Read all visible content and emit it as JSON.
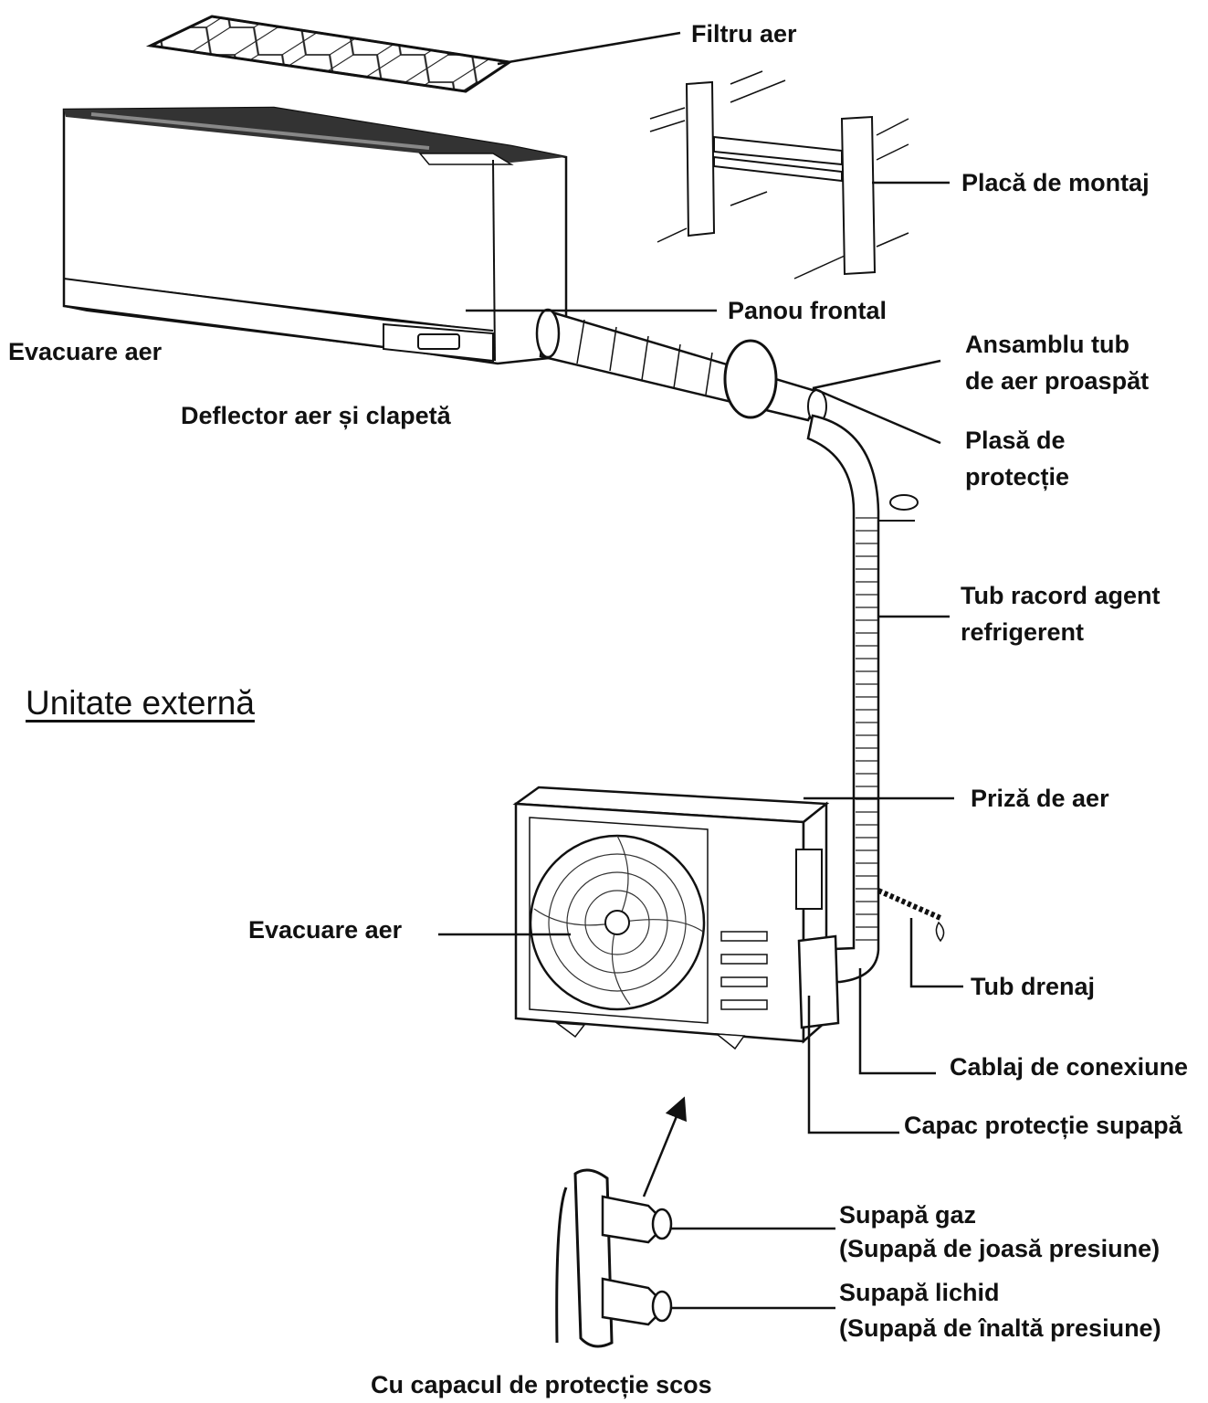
{
  "labels": {
    "filtru_aer": "Filtru aer",
    "placa_montaj": "Placă de montaj",
    "panou_frontal": "Panou frontal",
    "evacuare_aer_interior": "Evacuare aer",
    "deflector": "Deflector aer și clapetă",
    "ansamblu_tub_l1": "Ansamblu tub",
    "ansamblu_tub_l2": "de aer proaspăt",
    "plasa_l1": "Plasă de",
    "plasa_l2": "protecție",
    "tub_racord_l1": "Tub racord agent",
    "tub_racord_l2": "refrigerent",
    "unitate_externa": "Unitate externă",
    "priza_aer": "Priză de aer",
    "evacuare_aer_exterior": "Evacuare aer",
    "tub_drenaj": "Tub drenaj",
    "cablaj": "Cablaj de conexiune",
    "capac_protectie": "Capac protecție supapă",
    "supapa_gaz_l1": "Supapă gaz",
    "supapa_gaz_l2": "(Supapă de joasă presiune)",
    "supapa_lichid_l1": "Supapă lichid",
    "supapa_lichid_l2": "(Supapă de înaltă presiune)",
    "capac_scos": "Cu capacul de protecție scos"
  },
  "colors": {
    "ink": "#111111",
    "background": "#ffffff",
    "shade": "#cfcfcf"
  }
}
